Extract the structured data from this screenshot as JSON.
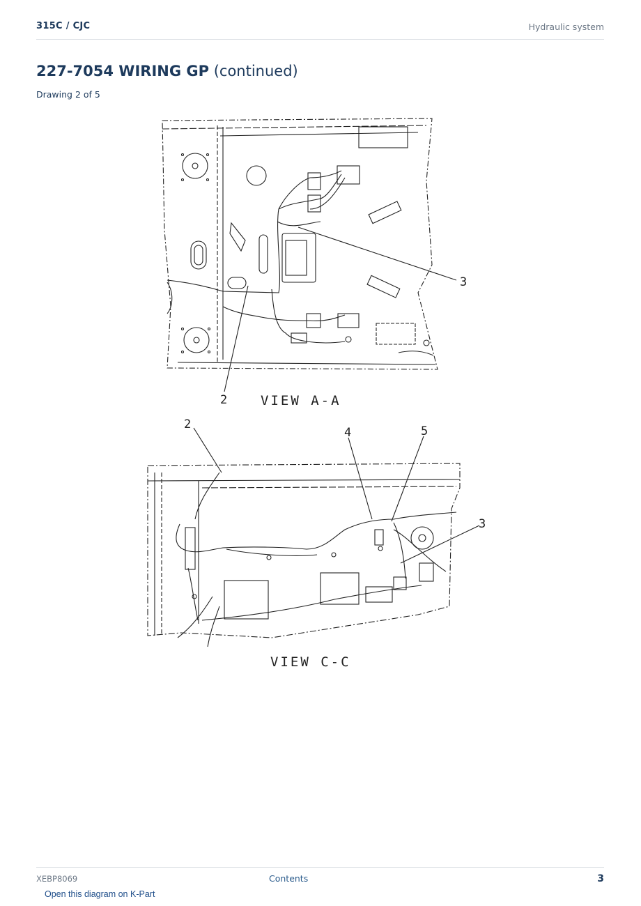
{
  "header": {
    "model": "315C  /  CJC",
    "section": "Hydraulic system"
  },
  "title": {
    "part_number": "227-7054 WIRING GP",
    "suffix": "(continued)"
  },
  "subtitle": "Drawing 2 of 5",
  "drawing": {
    "view_a": {
      "label": "VIEW A-A",
      "callouts": [
        "2",
        "3"
      ]
    },
    "view_c": {
      "label": "VIEW C-C",
      "callouts": [
        "2",
        "4",
        "5",
        "3"
      ]
    }
  },
  "footer": {
    "doc_id": "XEBP8069",
    "contents_link": "Contents",
    "page_number": "3"
  },
  "kpart_link": "Open this diagram on K-Part"
}
